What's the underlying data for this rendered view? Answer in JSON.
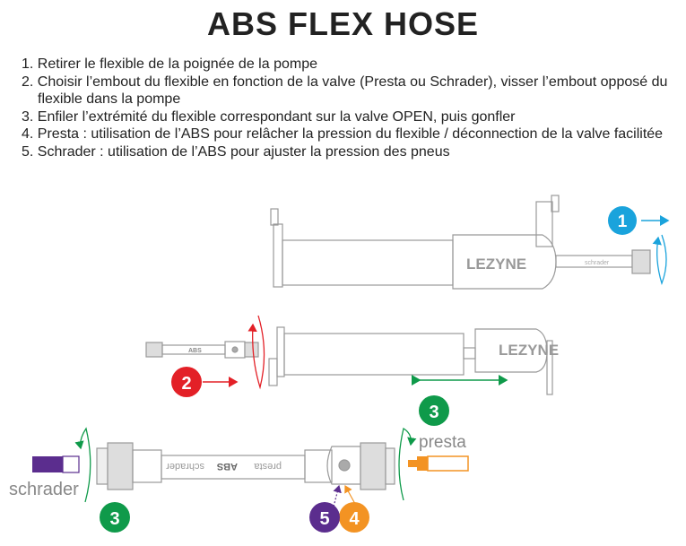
{
  "title": "ABS FLEX HOSE",
  "steps": [
    "1. Retirer le flexible de la poignée de la pompe",
    "2. Choisir l’embout du flexible en fonction de la valve (Presta ou Schrader), visser l’embout opposé du flexible dans la pompe",
    "3. Enfiler l’extrémité du flexible correspondant sur la valve OPEN, puis gonfler",
    "4. Presta : utilisation de l’ABS pour relâcher la pression du flexible / déconnection de la valve facilitée",
    "5. Schrader : utilisation de l’ABS pour ajuster la pression des pneus"
  ],
  "diagram": {
    "brand": "LEZYNE",
    "hose_label_schrader": "schrader",
    "hose_label_abs": "ABS",
    "hose_label_presta": "presta",
    "valve_schrader": "schrader",
    "valve_presta": "presta",
    "badges": [
      "1",
      "2",
      "3",
      "3",
      "4",
      "5"
    ],
    "colors": {
      "step1": "#1aa3dc",
      "step2": "#e32027",
      "step3": "#0f9a4a",
      "step4": "#f39323",
      "step5": "#5b2d8e"
    }
  }
}
